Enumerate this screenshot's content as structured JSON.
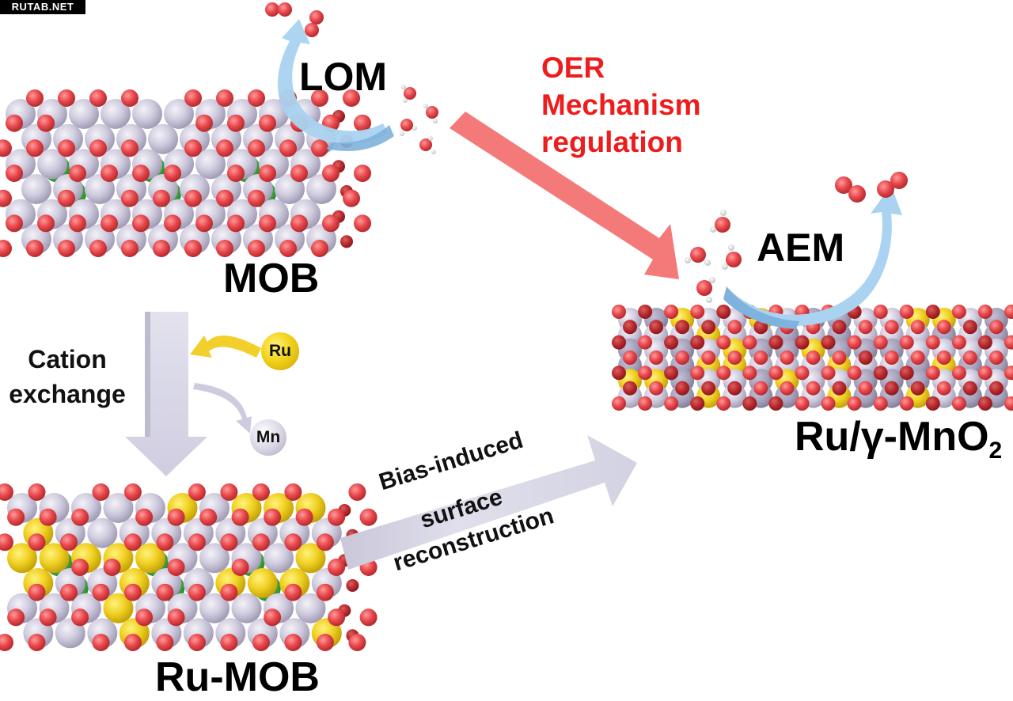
{
  "watermark": "RUTAB.NET",
  "mechanisms": {
    "lom": "LOM",
    "aem": "AEM"
  },
  "oer_annotation": {
    "lines": [
      "OER",
      "Mechanism",
      "regulation"
    ],
    "color": "#ee1c1c"
  },
  "materials": {
    "mob": "MOB",
    "ru_mob": "Ru-MOB",
    "ru_mno2_base": "Ru/γ-MnO",
    "ru_mno2_sub": "2"
  },
  "cation_exchange": {
    "lines": [
      "Cation",
      "exchange"
    ],
    "incoming": "Ru",
    "outgoing": "Mn"
  },
  "reconstruction": {
    "lines": [
      "Bias-induced",
      "surface",
      "reconstruction"
    ]
  },
  "colors": {
    "oxygen": "#e8484c",
    "manganese": "#cfcbde",
    "ruthenium": "#f0cf22",
    "boron": "#4cb848",
    "lom_arrow": "#a9d3f0",
    "aem_arrow": "#9cc8ec",
    "oer_arrow": "#f47a7a",
    "process_arrow": "#d6d5e4"
  }
}
